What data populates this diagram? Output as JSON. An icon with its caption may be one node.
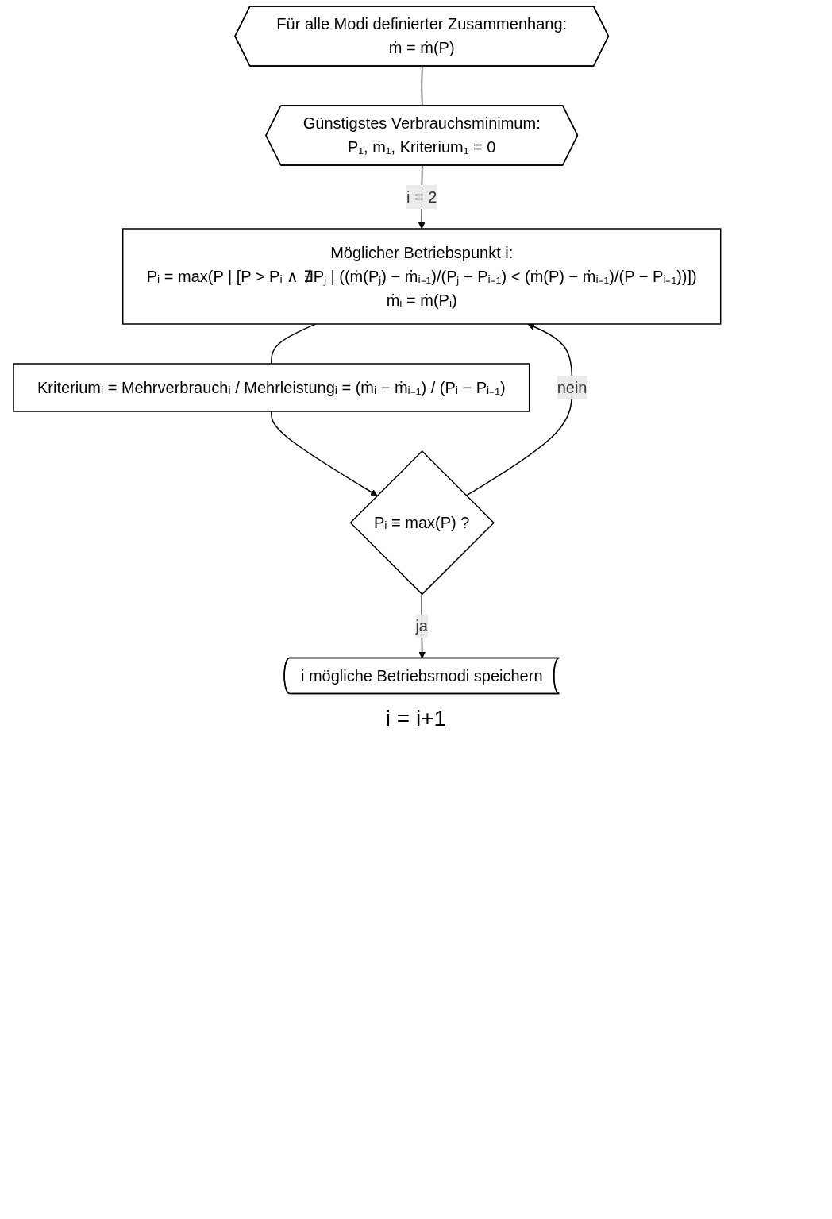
{
  "diagram": {
    "nodes": [
      {
        "text": [
          "Für alle Modi definierter Zusammenhang:",
          "ṁ = ṁ(P)"
        ]
      },
      {
        "text": [
          "Günstigstes Verbrauchsminimum:",
          "P₁, ṁ₁, Kriterium₁ = 0"
        ]
      },
      {
        "text": [
          "Möglicher Betriebspunkt i:",
          "Pᵢ = max(P | [P > Pᵢ ∧ ∄Pⱼ | ((ṁ(Pⱼ) − ṁᵢ₋₁)/(Pⱼ − Pᵢ₋₁) < (ṁ(P) − ṁᵢ₋₁)/(P − Pᵢ₋₁))])",
          "ṁᵢ = ṁ(Pᵢ)"
        ]
      },
      {
        "text": [
          "Kriteriumᵢ = Mehrverbrauchᵢ / Mehrleistungᵢ = (ṁᵢ − ṁᵢ₋₁) / (Pᵢ − Pᵢ₋₁)"
        ]
      },
      {
        "text": [
          "Pᵢ ≡ max(P) ?"
        ]
      },
      {
        "text": [
          "i mögliche Betriebsmodi speichern"
        ]
      }
    ],
    "edges": [
      {
        "from": 0,
        "to": 1,
        "arrow": "none"
      },
      {
        "from": 1,
        "to": 2,
        "arrow": "to",
        "label": "i = 2"
      },
      {
        "from": 2,
        "to": 3,
        "arrow": "none"
      },
      {
        "from": 3,
        "to": 4,
        "arrow": "to"
      },
      {
        "from": 4,
        "to": 5,
        "arrow": "to",
        "label": "ja"
      },
      {
        "from": 4,
        "to": 2,
        "arrow": "to",
        "label": "nein"
      }
    ],
    "labels": [
      "i = i+1"
    ]
  }
}
